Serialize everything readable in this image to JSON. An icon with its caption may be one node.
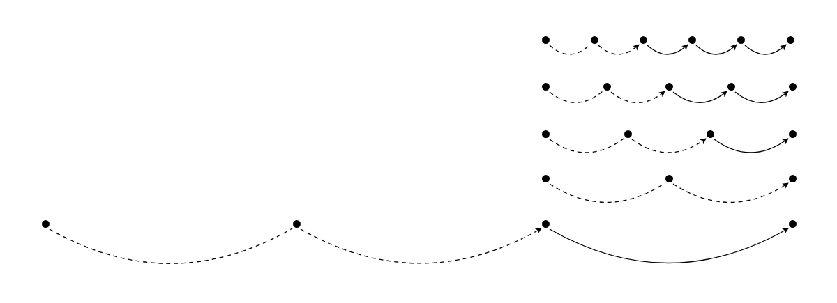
{
  "diagram": {
    "nodes": [
      {
        "text": [],
        "shape": "circle"
      },
      {
        "text": [],
        "shape": "circle"
      },
      {
        "text": [],
        "shape": "circle"
      },
      {
        "text": [],
        "shape": "circle"
      },
      {
        "text": [],
        "shape": "circle"
      },
      {
        "text": [],
        "shape": "circle"
      },
      {
        "text": [],
        "shape": "circle"
      },
      {
        "text": [],
        "shape": "circle"
      },
      {
        "text": [],
        "shape": "circle"
      },
      {
        "text": [],
        "shape": "circle"
      },
      {
        "text": [],
        "shape": "circle"
      },
      {
        "text": [],
        "shape": "circle"
      },
      {
        "text": [],
        "shape": "circle"
      },
      {
        "text": [],
        "shape": "circle"
      },
      {
        "text": [],
        "shape": "circle"
      },
      {
        "text": [],
        "shape": "circle"
      },
      {
        "text": [],
        "shape": "circle"
      },
      {
        "text": [],
        "shape": "circle"
      },
      {
        "text": [],
        "shape": "circle"
      },
      {
        "text": [],
        "shape": "circle"
      },
      {
        "text": [],
        "shape": "circle"
      },
      {
        "text": [],
        "shape": "circle"
      }
    ],
    "edges": [
      {
        "from": 0,
        "to": 1,
        "arrow": "none",
        "style": "dashed"
      },
      {
        "from": 1,
        "to": 2,
        "arrow": "to",
        "style": "dashed"
      },
      {
        "from": 2,
        "to": 3,
        "arrow": "to"
      },
      {
        "from": 3,
        "to": 4,
        "arrow": "to"
      },
      {
        "from": 4,
        "to": 5,
        "arrow": "to"
      },
      {
        "from": 6,
        "to": 7,
        "arrow": "none",
        "style": "dashed"
      },
      {
        "from": 7,
        "to": 8,
        "arrow": "to",
        "style": "dashed"
      },
      {
        "from": 8,
        "to": 9,
        "arrow": "to"
      },
      {
        "from": 9,
        "to": 10,
        "arrow": "to"
      },
      {
        "from": 11,
        "to": 12,
        "arrow": "none",
        "style": "dashed"
      },
      {
        "from": 12,
        "to": 13,
        "arrow": "to",
        "style": "dashed"
      },
      {
        "from": 13,
        "to": 14,
        "arrow": "to"
      },
      {
        "from": 15,
        "to": 16,
        "arrow": "none",
        "style": "dashed"
      },
      {
        "from": 16,
        "to": 17,
        "arrow": "to",
        "style": "dashed"
      },
      {
        "from": 18,
        "to": 19,
        "arrow": "none",
        "style": "dashed"
      },
      {
        "from": 19,
        "to": 20,
        "arrow": "to",
        "style": "dashed"
      },
      {
        "from": 20,
        "to": 21,
        "arrow": "to"
      }
    ]
  }
}
